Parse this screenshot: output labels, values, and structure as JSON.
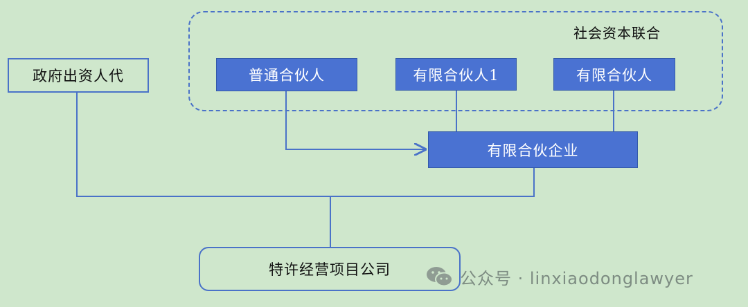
{
  "diagram": {
    "group_label": "社会资本联合",
    "nodes": {
      "government": "政府出资人代",
      "general_partner": "普通合伙人",
      "limited_partner_1": "有限合伙人1",
      "limited_partner_2": "有限合伙人",
      "limited_partnership": "有限合伙企业",
      "project_company": "特许经营项目公司"
    }
  },
  "watermark": {
    "text": "公众号 · linxiaodonglawyer",
    "icon": "wechat-icon"
  },
  "colors": {
    "background": "#cfe7cc",
    "accent": "#4a72d2",
    "line": "#4a72c8"
  }
}
